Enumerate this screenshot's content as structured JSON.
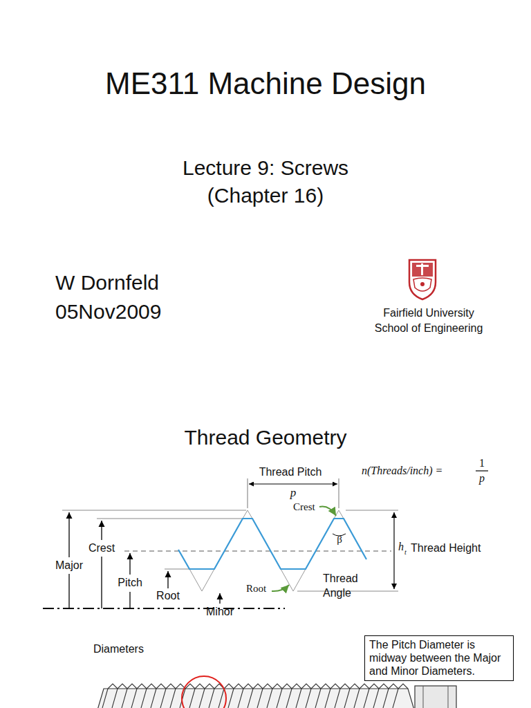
{
  "diagram": {
    "title": "ME311 Machine Design",
    "nodes": [
      {
        "text": [
          "The Pitch Diameter is midway between the Major and Minor Diameters."
        ]
      }
    ],
    "labels": [
      "Lecture 9: Screws",
      "(Chapter 16)",
      "W Dornfeld",
      "05Nov2009",
      "Fairfield University",
      "School of Engineering",
      "Thread Geometry",
      "Thread Pitch",
      "p",
      "n(Threads/inch) =",
      "1",
      "p",
      "Major",
      "Crest",
      "Pitch",
      "Root",
      "Minor",
      "Diameters",
      "Crest",
      "β",
      "Thread Angle",
      "Root",
      "h",
      "t",
      "Thread Height"
    ]
  }
}
